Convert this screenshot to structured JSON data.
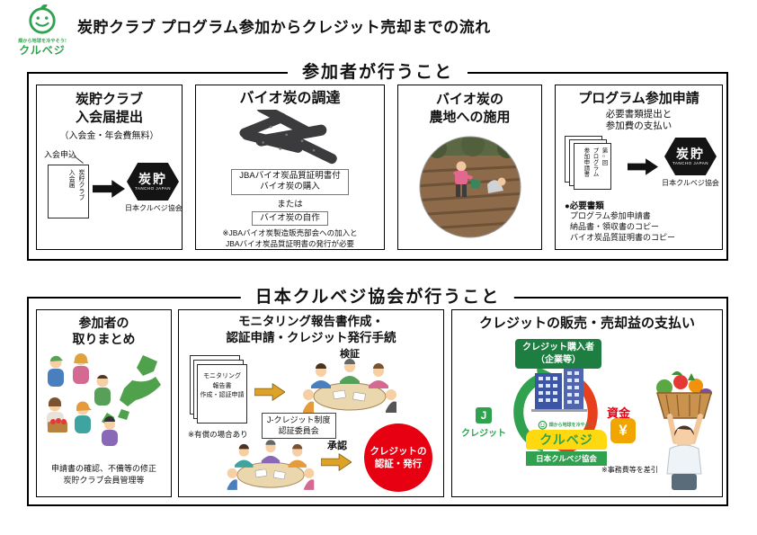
{
  "header": {
    "logo": {
      "tagline": "畑から地球を冷やそう!",
      "brand": "クルベジ"
    },
    "title": "炭貯クラブ プログラム参加からクレジット売却までの流れ"
  },
  "participant": {
    "heading": "参加者が行うこと",
    "join": {
      "title": "炭貯クラブ\n入会届提出",
      "subtitle": "（入会金・年会費無料）",
      "doc_label": "入会申込",
      "doc_text": "炭貯クラブ\n入会届",
      "badge_main": "炭貯",
      "badge_sub": "TANCHO JAPAN",
      "org": "日本クルベジ協会"
    },
    "procure": {
      "title": "バイオ炭の調達",
      "option1": "JBAバイオ炭品質証明書付\nバイオ炭の購入",
      "or_label": "または",
      "option2": "バイオ炭の自作",
      "note": "※JBAバイオ炭製造販売部会への加入と\nJBAバイオ炭品質証明書の発行が必要"
    },
    "field_apply": {
      "title": "バイオ炭の\n農地への施用"
    },
    "application": {
      "title": "プログラム参加申請",
      "subtitle": "必要書類提出と\n参加費の支払い",
      "doc_text": "第○回\nプログラム\n参加申請書",
      "badge_main": "炭貯",
      "badge_sub": "TANCHO JAPAN",
      "org": "日本クルベジ協会",
      "docs_header": "●必要書類",
      "docs_list": "プログラム参加申請書\n納品書・領収書のコピー\nバイオ炭品質証明書のコピー"
    }
  },
  "association": {
    "heading": "日本クルベジ協会が行うこと",
    "aggregate": {
      "title": "参加者の\n取りまとめ",
      "footer": "申請書の確認、不備等の修正\n炭貯クラブ会員管理等"
    },
    "monitoring": {
      "title": "モニタリング報告書作成・\n認証申請・クレジット発行手続",
      "doc_text": "モニタリング\n報告書\n作成・認証申請",
      "verify_label": "検証",
      "note": "※有償の場合あり",
      "committee_label": "J-クレジット制度\n認証委員会",
      "approve_label": "承認",
      "credit_badge": "クレジットの\n認証・発行"
    },
    "sales": {
      "title": "クレジットの販売・売却益の支払い",
      "buyer_label": "クレジット購入者\n（企業等）",
      "j_mark": "J",
      "credit_label": "クレジット",
      "fund_label": "資金",
      "yen_mark": "¥",
      "logo_tagline": "畑から地球を冷やそう!",
      "logo_brand": "クルベジ",
      "org": "日本クルベジ協会",
      "note": "※事務費等を差引"
    }
  }
}
